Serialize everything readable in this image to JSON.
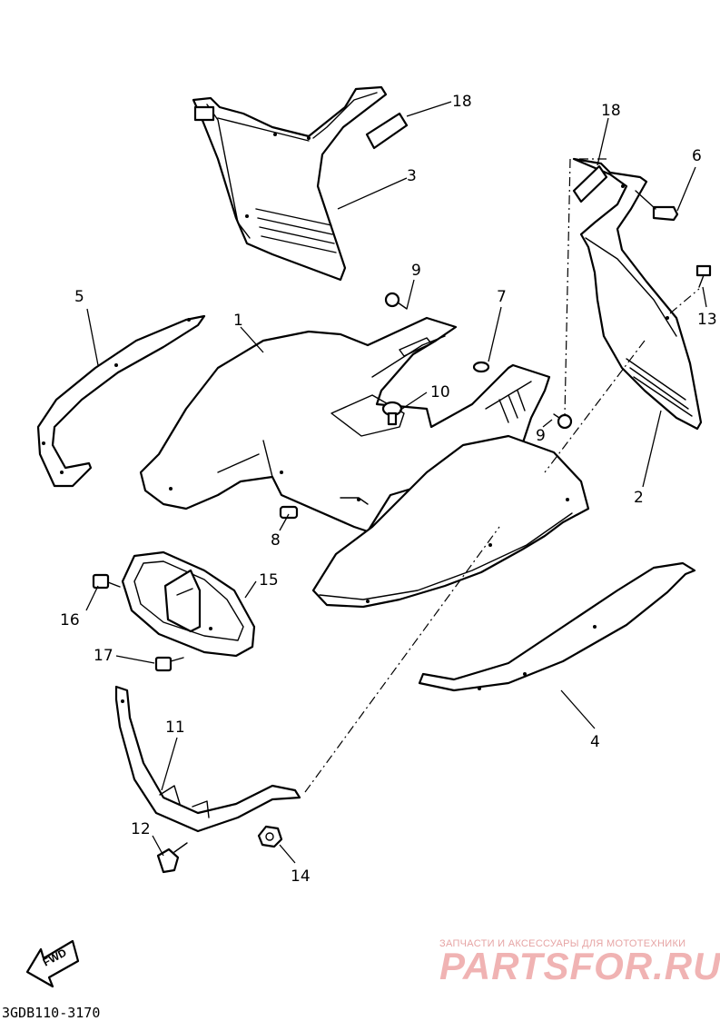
{
  "diagram": {
    "code": "3GDB110-3170",
    "fwd_label": "FWD",
    "watermark": {
      "line1": "ЗАПЧАСТИ И АКСЕССУАРЫ ДЛЯ МОТОТЕХНИКИ",
      "line2": "PARTSFOR.RU"
    },
    "callouts": [
      {
        "id": "c18a",
        "label": "18"
      },
      {
        "id": "c18b",
        "label": "18"
      },
      {
        "id": "c3",
        "label": "3"
      },
      {
        "id": "c6",
        "label": "6"
      },
      {
        "id": "c5",
        "label": "5"
      },
      {
        "id": "c1",
        "label": "1"
      },
      {
        "id": "c9a",
        "label": "9"
      },
      {
        "id": "c7",
        "label": "7"
      },
      {
        "id": "c13",
        "label": "13"
      },
      {
        "id": "c10",
        "label": "10"
      },
      {
        "id": "c9b",
        "label": "9"
      },
      {
        "id": "c2",
        "label": "2"
      },
      {
        "id": "c8",
        "label": "8"
      },
      {
        "id": "c15",
        "label": "15"
      },
      {
        "id": "c16",
        "label": "16"
      },
      {
        "id": "c17",
        "label": "17"
      },
      {
        "id": "c11",
        "label": "11"
      },
      {
        "id": "c4",
        "label": "4"
      },
      {
        "id": "c12",
        "label": "12"
      },
      {
        "id": "c14",
        "label": "14"
      }
    ]
  }
}
